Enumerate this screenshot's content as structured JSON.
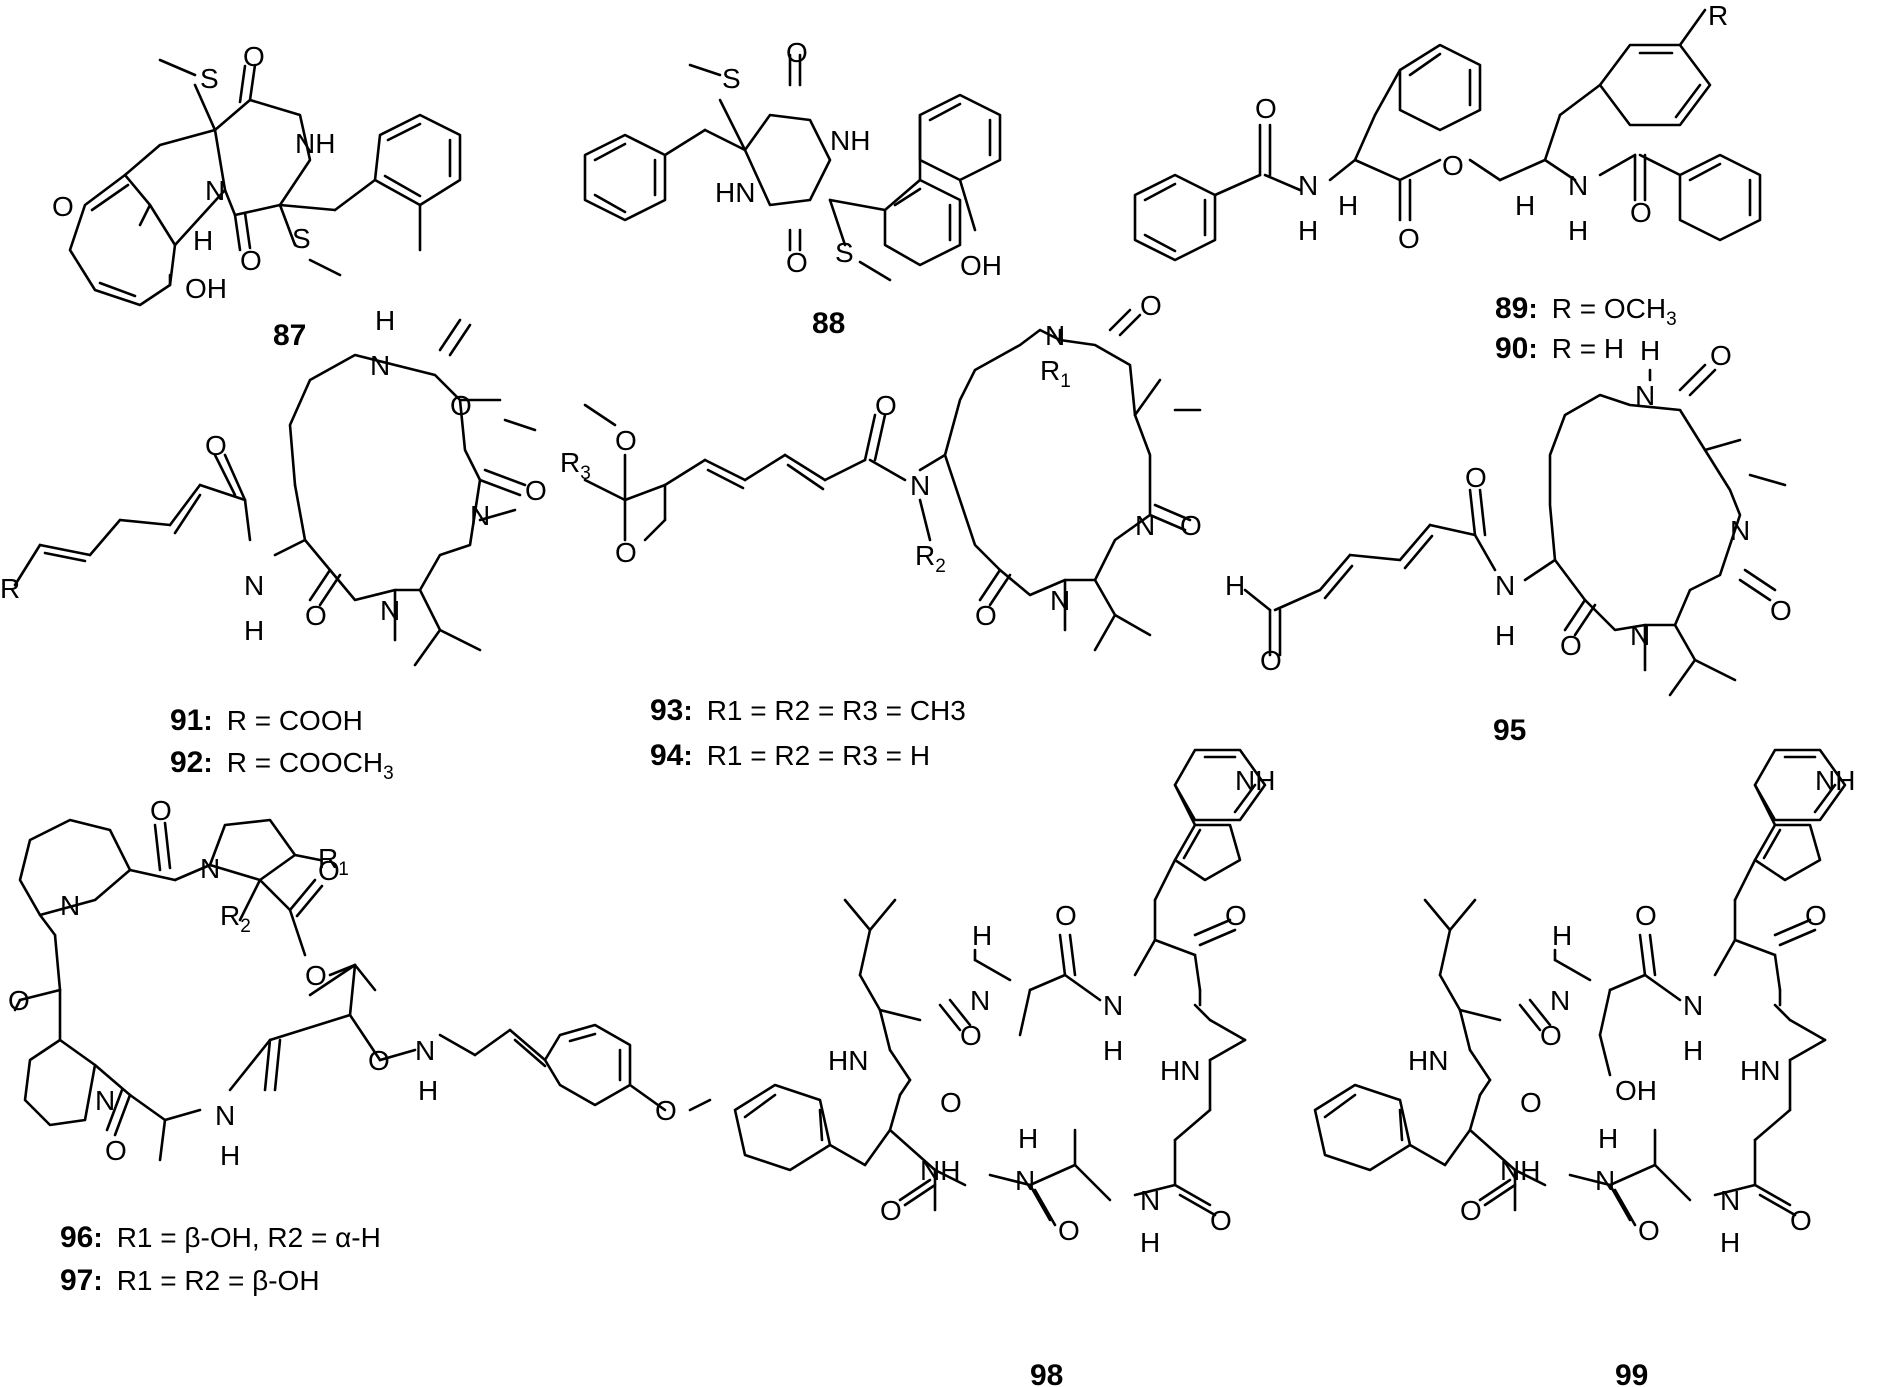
{
  "compounds": [
    {
      "id": "87"
    },
    {
      "id": "88"
    },
    {
      "id": "89",
      "sep": ":",
      "R": "R = OCH",
      "Rsub": "3"
    },
    {
      "id": "90",
      "sep": ":",
      "R": "R = H"
    },
    {
      "id": "91",
      "sep": ":",
      "R": "R = COOH"
    },
    {
      "id": "92",
      "sep": ":",
      "R": "R = COOCH",
      "Rsub": "3"
    },
    {
      "id": "93",
      "sep": ":",
      "R": "R1 = R2 = R3 = CH3"
    },
    {
      "id": "94",
      "sep": ":",
      "R": "R1 = R2 = R3 = H"
    },
    {
      "id": "95"
    },
    {
      "id": "96",
      "sep": ":",
      "R": "R1 = β-OH, R2 = α-H"
    },
    {
      "id": "97",
      "sep": ":",
      "R": "R1 = R2 = β-OH"
    },
    {
      "id": "98"
    },
    {
      "id": "99"
    }
  ],
  "atoms": {
    "S": "S",
    "O": "O",
    "N": "N",
    "H": "H",
    "NH": "NH",
    "HN": "HN",
    "OH": "OH",
    "R": "R",
    "R1": "R",
    "R2": "R",
    "R3": "R",
    "one": "1",
    "two": "2",
    "three": "3"
  }
}
